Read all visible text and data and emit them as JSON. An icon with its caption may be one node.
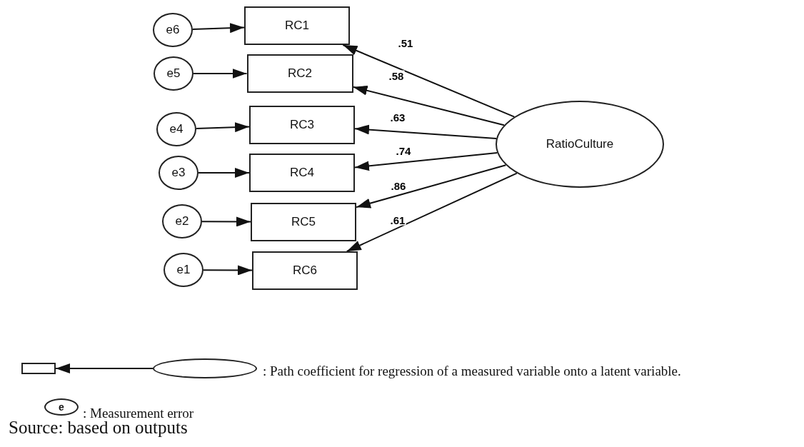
{
  "diagram": {
    "caption": "Source: based on outputs",
    "nodes": [
      {
        "text": [
          "e6"
        ]
      },
      {
        "text": [
          "RC1"
        ]
      },
      {
        "text": [
          "e5"
        ]
      },
      {
        "text": [
          "RC2"
        ]
      },
      {
        "text": [
          "e4"
        ]
      },
      {
        "text": [
          "RC3"
        ]
      },
      {
        "text": [
          "e3"
        ]
      },
      {
        "text": [
          "RC4"
        ]
      },
      {
        "text": [
          "e2"
        ]
      },
      {
        "text": [
          "RC5"
        ]
      },
      {
        "text": [
          "e1"
        ]
      },
      {
        "text": [
          "RC6"
        ]
      },
      {
        "text": [
          "RatioCulture"
        ]
      },
      {
        "text": [],
        "shape": "box"
      },
      {
        "text": [],
        "shape": "ellipse"
      },
      {
        "text": [
          "e"
        ]
      }
    ],
    "edges": [
      {
        "from": 0,
        "to": 1,
        "arrow": "to"
      },
      {
        "from": 2,
        "to": 3,
        "arrow": "to"
      },
      {
        "from": 4,
        "to": 5,
        "arrow": "to"
      },
      {
        "from": 6,
        "to": 7,
        "arrow": "to"
      },
      {
        "from": 8,
        "to": 9,
        "arrow": "to"
      },
      {
        "from": 10,
        "to": 11,
        "arrow": "to"
      },
      {
        "from": 12,
        "to": 1,
        "arrow": "to",
        "label": ".51"
      },
      {
        "from": 12,
        "to": 3,
        "arrow": "to",
        "label": ".58"
      },
      {
        "from": 12,
        "to": 5,
        "arrow": "to",
        "label": ".63"
      },
      {
        "from": 12,
        "to": 7,
        "arrow": "to",
        "label": ".74"
      },
      {
        "from": 12,
        "to": 9,
        "arrow": "to",
        "label": ".86"
      },
      {
        "from": 12,
        "to": 11,
        "arrow": "to",
        "label": ".61"
      },
      {
        "from": 14,
        "to": 13,
        "arrow": "to"
      }
    ],
    "labels": [
      ": Path coefficient for regression of a measured variable onto a latent variable.",
      ": Measurement error"
    ]
  }
}
